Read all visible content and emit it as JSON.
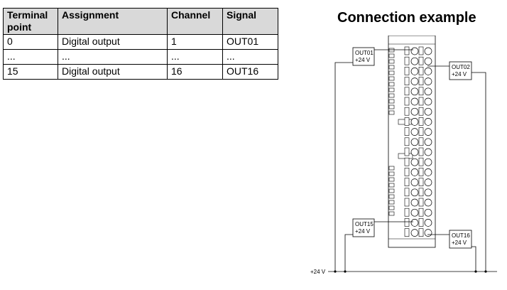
{
  "table": {
    "headers": [
      "Terminal point",
      "Assignment",
      "Channel",
      "Signal"
    ],
    "rows": [
      [
        "0",
        "Digital output",
        "1",
        "OUT01"
      ],
      [
        "...",
        "...",
        "...",
        "..."
      ],
      [
        "15",
        "Digital output",
        "16",
        "OUT16"
      ]
    ]
  },
  "diagram": {
    "title": "Connection example",
    "boxes": [
      {
        "signal": "OUT01",
        "voltage": "+24 V"
      },
      {
        "signal": "OUT02",
        "voltage": "+24 V"
      },
      {
        "signal": "OUT15",
        "voltage": "+24 V"
      },
      {
        "signal": "OUT16",
        "voltage": "+24 V"
      }
    ],
    "supply_label": "+24 V"
  }
}
